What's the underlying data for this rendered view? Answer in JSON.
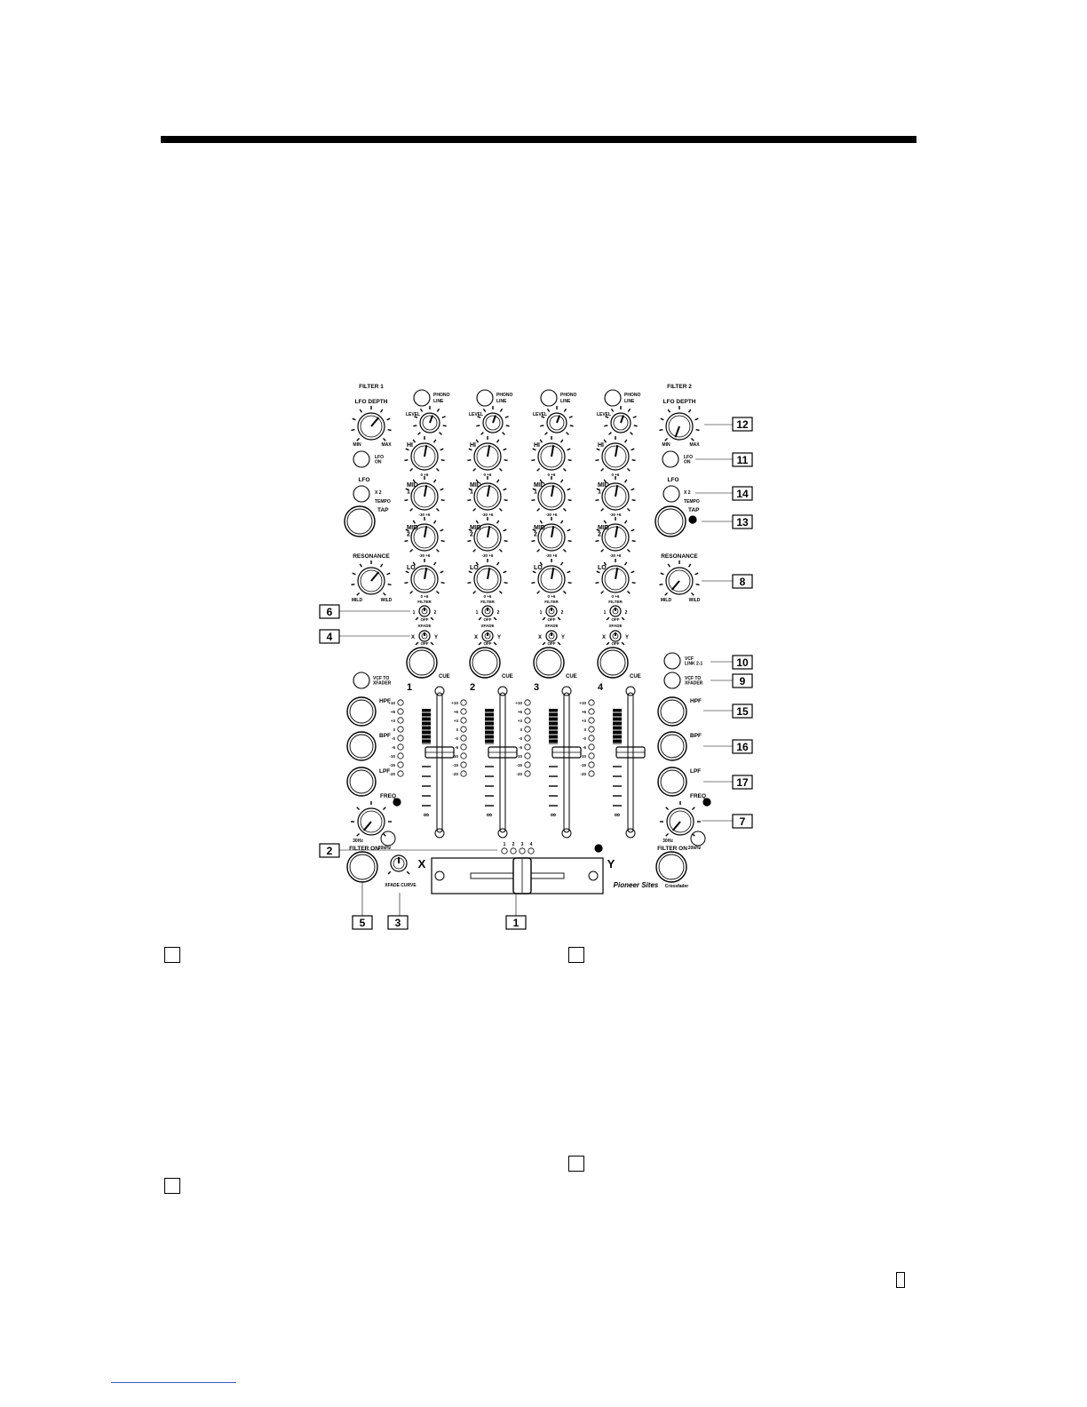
{
  "page": {
    "panel_title_left": "FILTER 1",
    "panel_title_right": "FILTER 2"
  },
  "labels": {
    "lfo_depth": "LFO DEPTH",
    "min": "MIN",
    "max": "MAX",
    "lfo_on": "LFO\nON",
    "lfo": "LFO",
    "x2": "X 2",
    "tempo": "TEMPO",
    "tap": "TAP",
    "resonance": "RESONANCE",
    "mild": "MILD",
    "wild": "WILD",
    "vcf_to_xfader": "VCF TO\nXFADER",
    "vcf_link": "VCF\nLINK 2-1",
    "hpf": "HPF",
    "bpf": "BPF",
    "lpf": "LPF",
    "freq": "FREQ",
    "hz30": "30Hz",
    "khz20": "20kHz",
    "filter_on": "FILTER ON",
    "xfade_curve": "XFADE CURVE",
    "x": "X",
    "y": "Y",
    "brand": "Pioneer Sites",
    "crossfader": "Crossfader",
    "phono": "PHONO",
    "line": "LINE",
    "level": "LEVEL",
    "hi": "HI",
    "mid1": "MID\n1",
    "mid2": "MID\n2",
    "lo": "LO",
    "zero_plus6": "0    +6",
    "minus30_plus6": "-30    +6",
    "filter": "FILTER",
    "off": "OFF",
    "xfade": "XFADE",
    "one": "1",
    "two": "2",
    "cue": "CUE",
    "meter_scale": [
      "+10",
      "+6",
      "+3",
      "3",
      "-0",
      "-6",
      "-10",
      "-15",
      "-20"
    ],
    "infinity": "∞"
  },
  "channels": [
    "1",
    "2",
    "3",
    "4"
  ],
  "crossfader_leds": [
    "1",
    "2",
    "3",
    "4"
  ],
  "callouts": {
    "c1": "1",
    "c2": "2",
    "c3": "3",
    "c4": "4",
    "c5": "5",
    "c6": "6",
    "c7": "7",
    "c8": "8",
    "c9": "9",
    "c10": "10",
    "c11": "11",
    "c12": "12",
    "c13": "13",
    "c14": "14",
    "c15": "15",
    "c16": "16",
    "c17": "17"
  }
}
